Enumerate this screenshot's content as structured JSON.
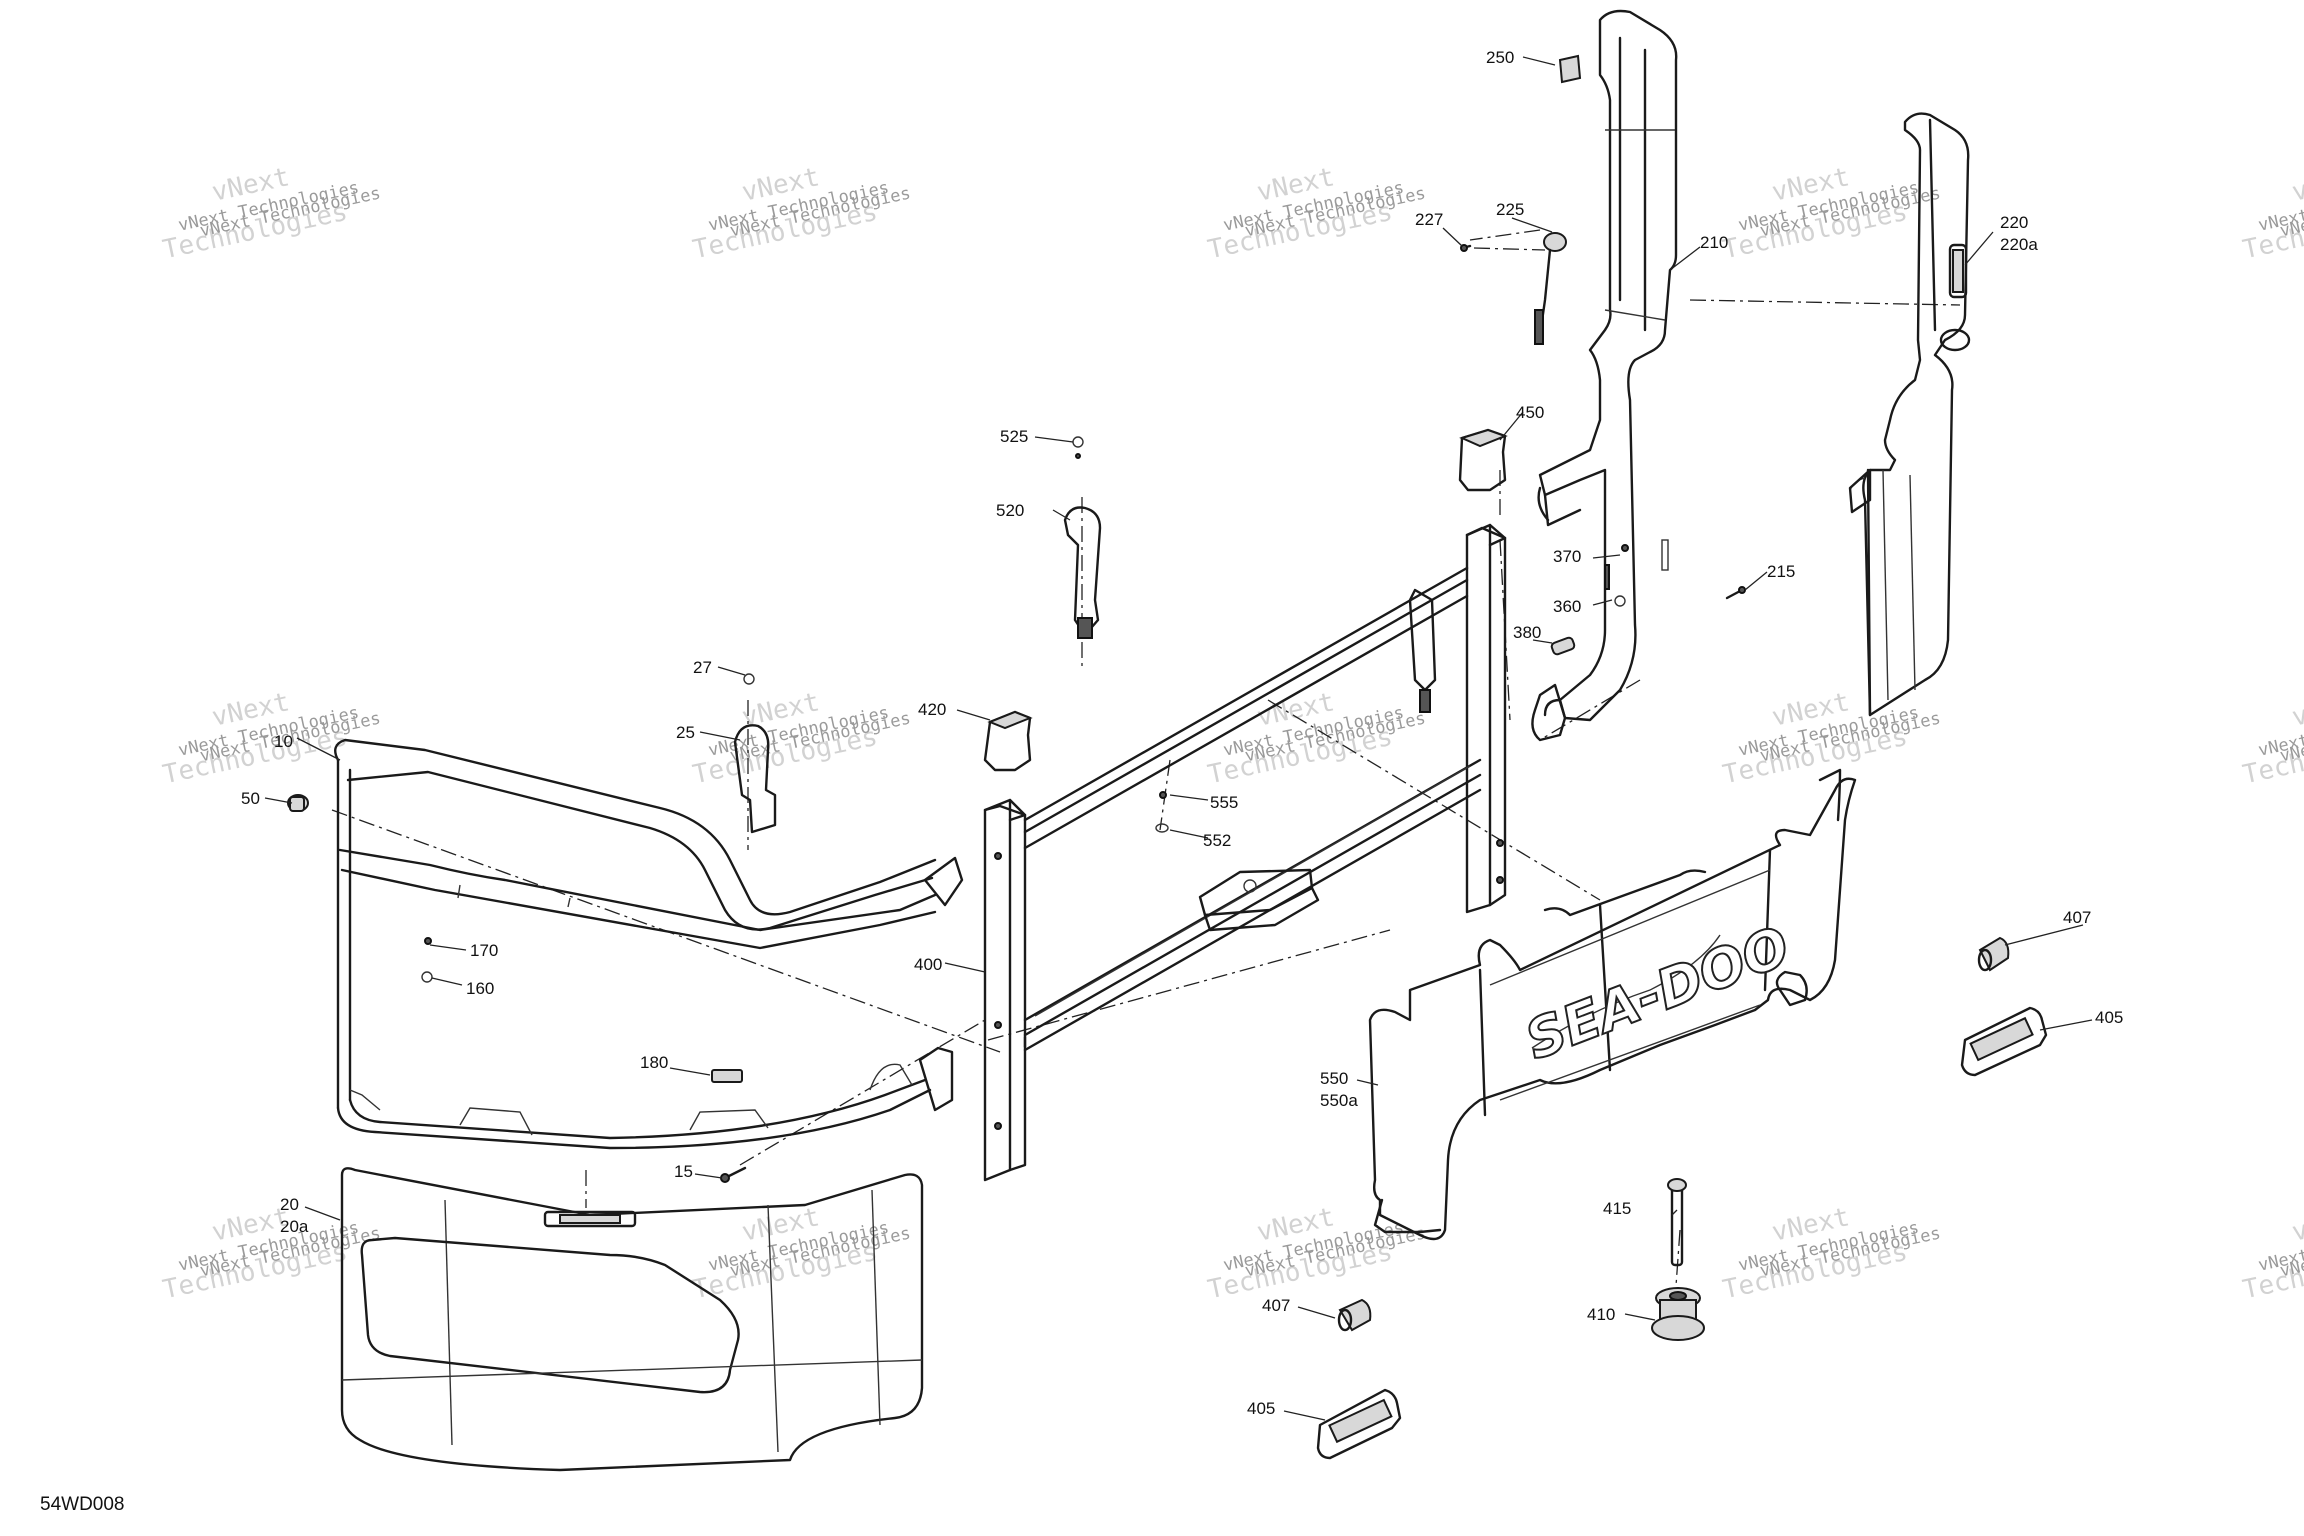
{
  "diagram": {
    "drawing_code": "54WD008",
    "watermark": {
      "lines": [
        "vNext Technologies",
        "Technologies",
        "vNext"
      ]
    },
    "callouts": {
      "c10": "10",
      "c15": "15",
      "c20": "20",
      "c20a": "20a",
      "c25": "25",
      "c27": "27",
      "c50": "50",
      "c160": "160",
      "c170": "170",
      "c180": "180",
      "c210": "210",
      "c215": "215",
      "c220": "220",
      "c220a": "220a",
      "c225": "225",
      "c227": "227",
      "c250": "250",
      "c360": "360",
      "c370": "370",
      "c380": "380",
      "c400": "400",
      "c405a": "405",
      "c405b": "405",
      "c407a": "407",
      "c407b": "407",
      "c410": "410",
      "c415": "415",
      "c420": "420",
      "c450": "450",
      "c520": "520",
      "c525": "525",
      "c550": "550",
      "c550a": "550a",
      "c552": "552",
      "c555": "555"
    },
    "brand_mark": "SEA-DOO"
  }
}
